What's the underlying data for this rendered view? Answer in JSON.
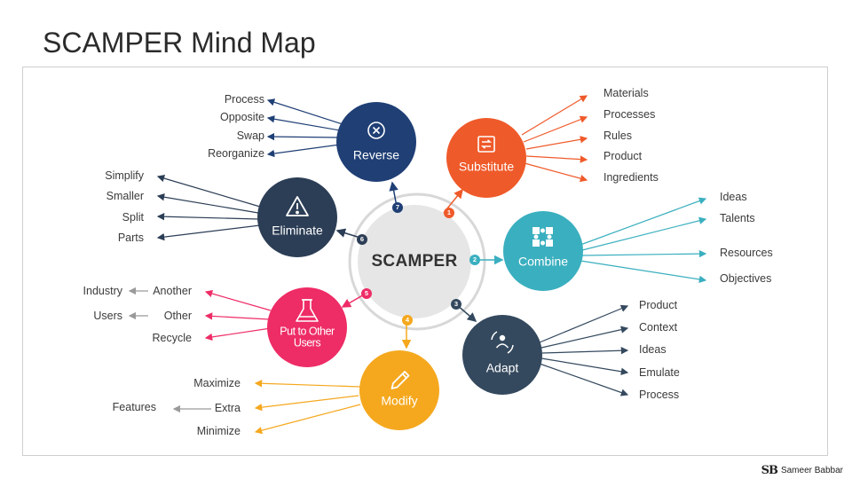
{
  "title": "SCAMPER Mind Map",
  "center": "SCAMPER",
  "brand": {
    "logo": "SB",
    "name": "Sameer Babbar"
  },
  "colors": {
    "substitute": "#ef5a2a",
    "combine": "#3aafbf",
    "adapt": "#34495e",
    "modify": "#f5a81e",
    "put": "#ee2c66",
    "eliminate": "#2c3e56",
    "reverse": "#1f3f75"
  },
  "nodes": {
    "substitute": {
      "label": "Substitute",
      "num": "1",
      "icon": "swap-square-icon",
      "items": [
        "Materials",
        "Processes",
        "Rules",
        "Product",
        "Ingredients"
      ]
    },
    "combine": {
      "label": "Combine",
      "num": "2",
      "icon": "puzzle-icon",
      "items": [
        "Ideas",
        "Talents",
        "Resources",
        "Objectives"
      ]
    },
    "adapt": {
      "label": "Adapt",
      "num": "3",
      "icon": "person-cycle-icon",
      "items": [
        "Product",
        "Context",
        "Ideas",
        "Emulate",
        "Process"
      ]
    },
    "modify": {
      "label": "Modify",
      "num": "4",
      "icon": "pencil-icon",
      "items": [
        "Maximize",
        "Extra",
        "Minimize"
      ],
      "sub": [
        "Features"
      ]
    },
    "put": {
      "label": "Put to Other Users",
      "label_line1": "Put to Other",
      "label_line2": "Users",
      "num": "5",
      "icon": "flask-icon",
      "items": [
        "Another",
        "Other",
        "Recycle"
      ],
      "sub": [
        "Industry",
        "Users"
      ]
    },
    "eliminate": {
      "label": "Eliminate",
      "num": "6",
      "icon": "warning-icon",
      "items": [
        "Simplify",
        "Smaller",
        "Split",
        "Parts"
      ]
    },
    "reverse": {
      "label": "Reverse",
      "num": "7",
      "icon": "x-circle-icon",
      "items": [
        "Process",
        "Opposite",
        "Swap",
        "Reorganize"
      ]
    }
  }
}
